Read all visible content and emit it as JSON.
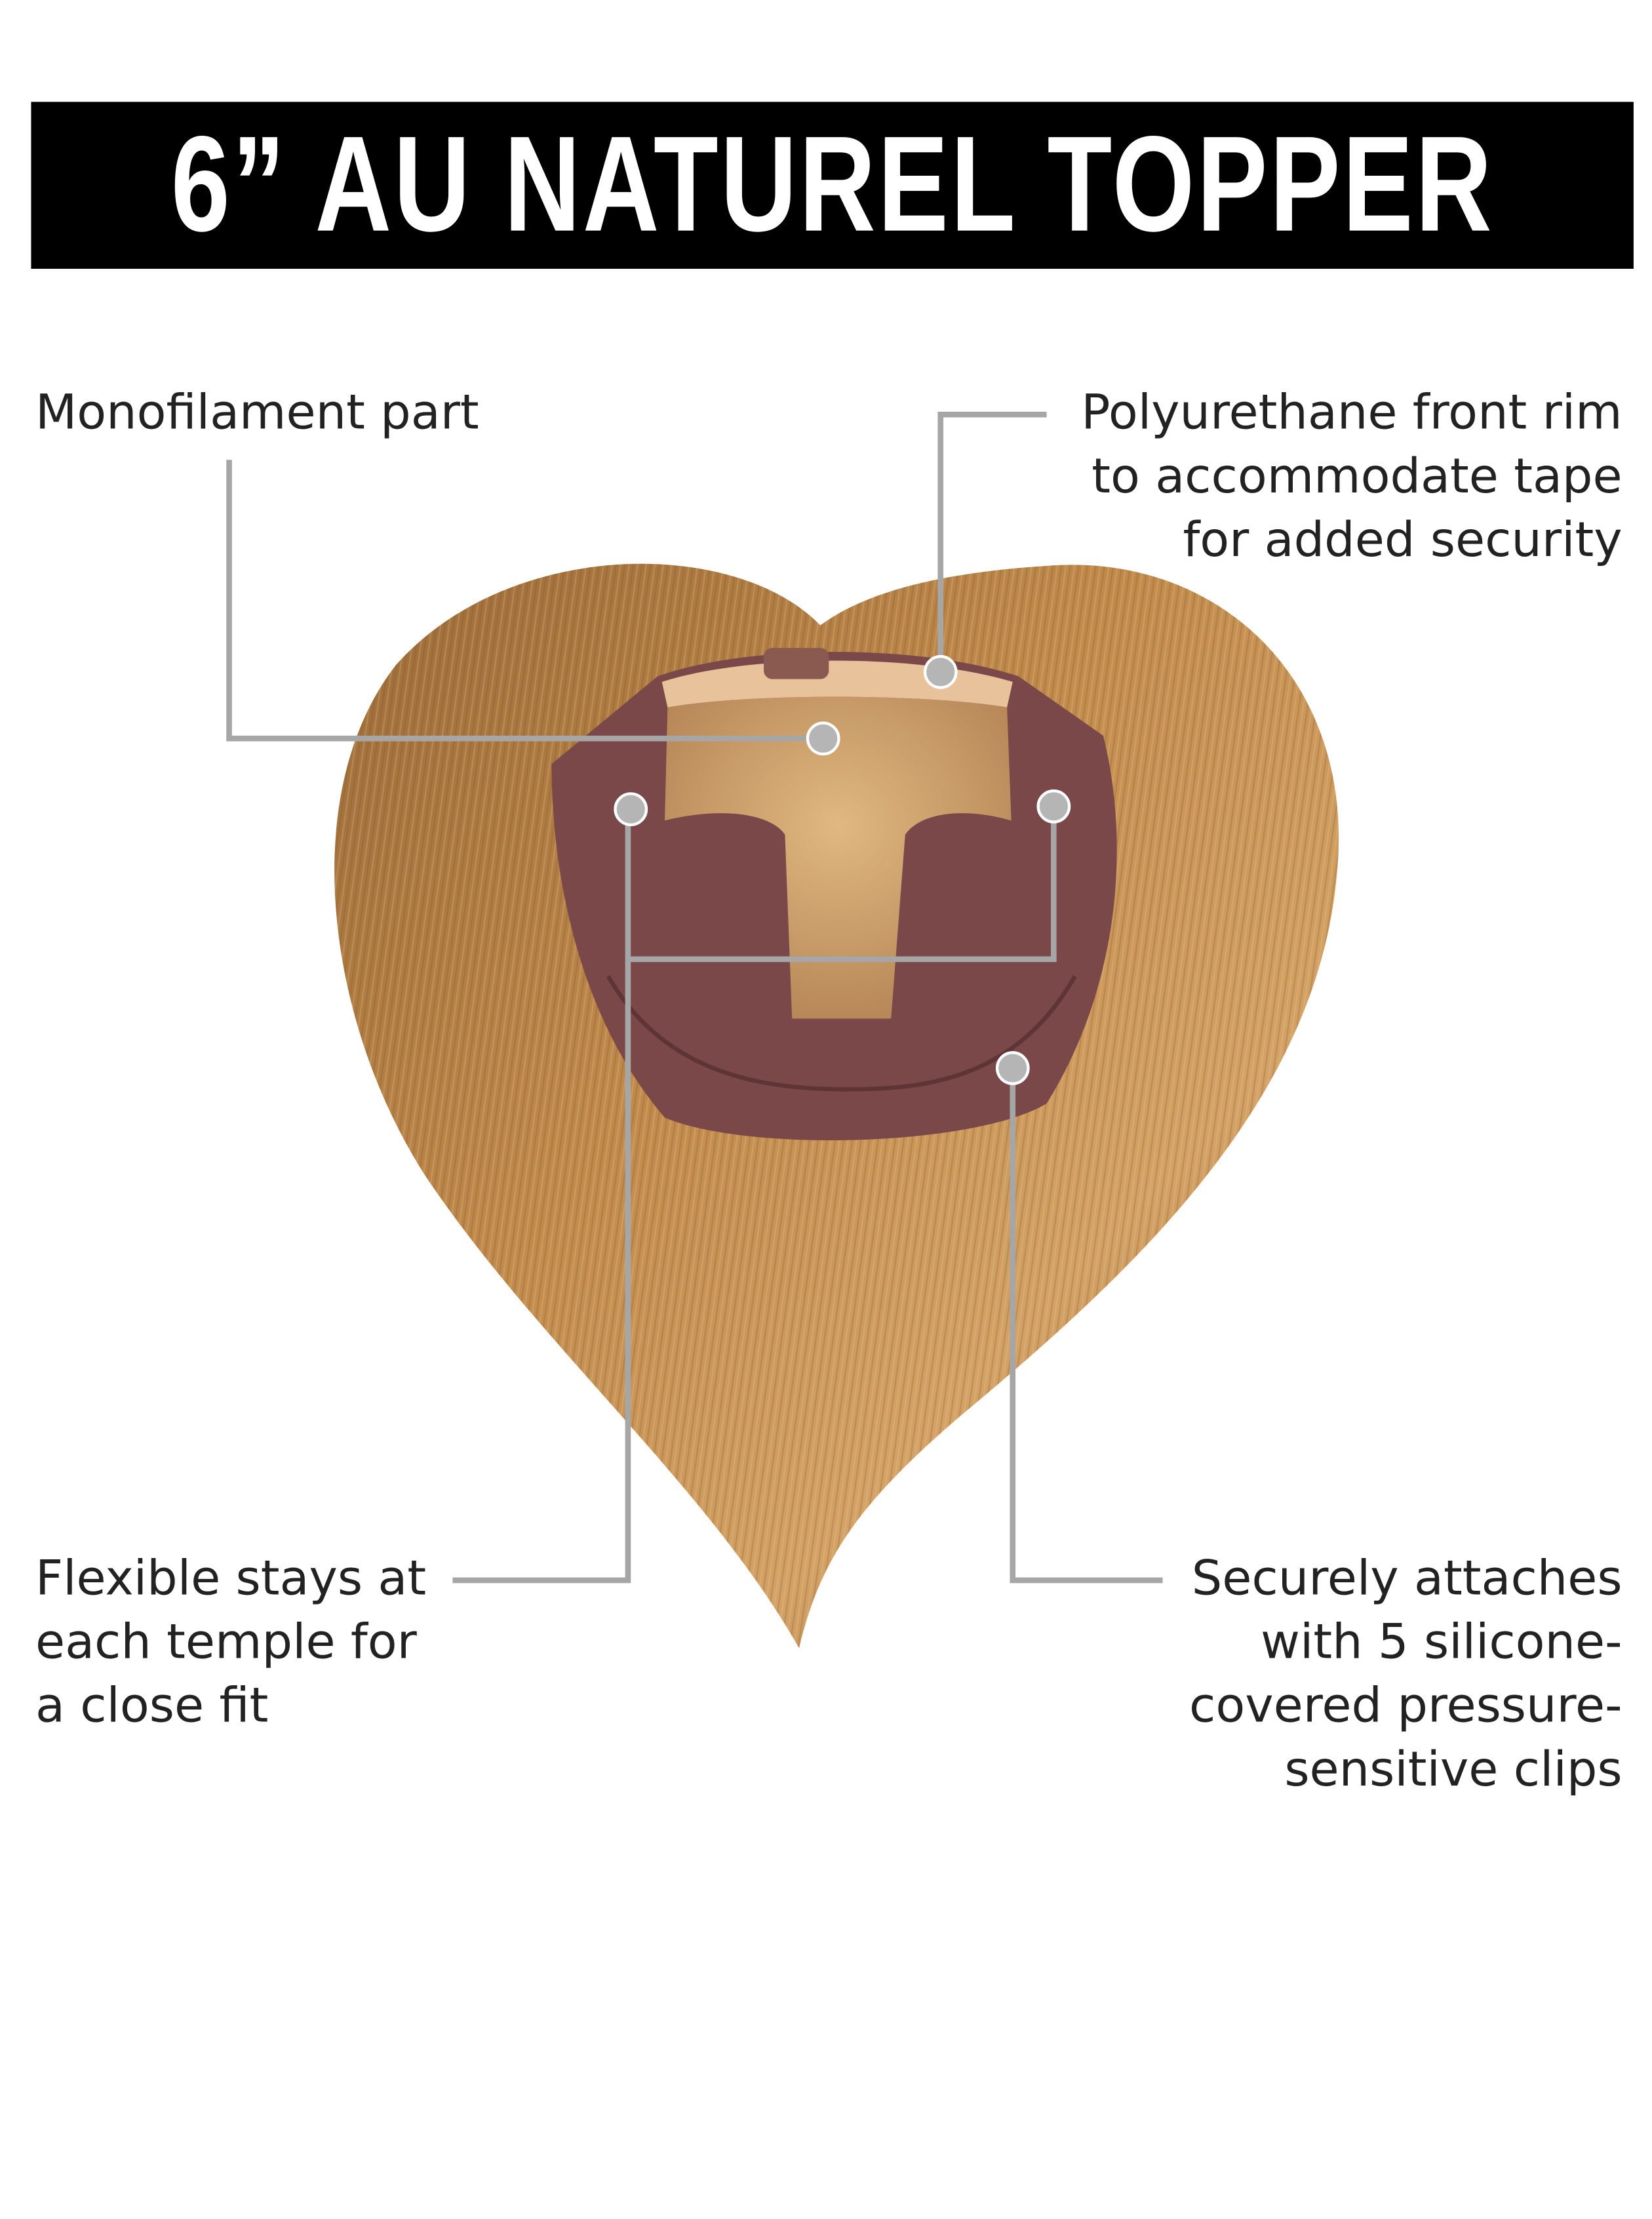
{
  "title": "6” AU NATUREL TOPPER",
  "callouts": {
    "monofilament": [
      "Monofilament part"
    ],
    "polyurethane": [
      "Polyurethane front rim",
      "to accommodate tape",
      "for added security"
    ],
    "stays": [
      "Flexible stays at",
      "each temple for",
      "a close fit"
    ],
    "clips": [
      "Securely attaches",
      "with 5 silicone-",
      "covered pressure-",
      "sensitive clips"
    ]
  },
  "colors": {
    "title_bg": "#000000",
    "callout_line": "#a6a6a6",
    "hair": "#b07a40",
    "cap": "#7a4848"
  }
}
